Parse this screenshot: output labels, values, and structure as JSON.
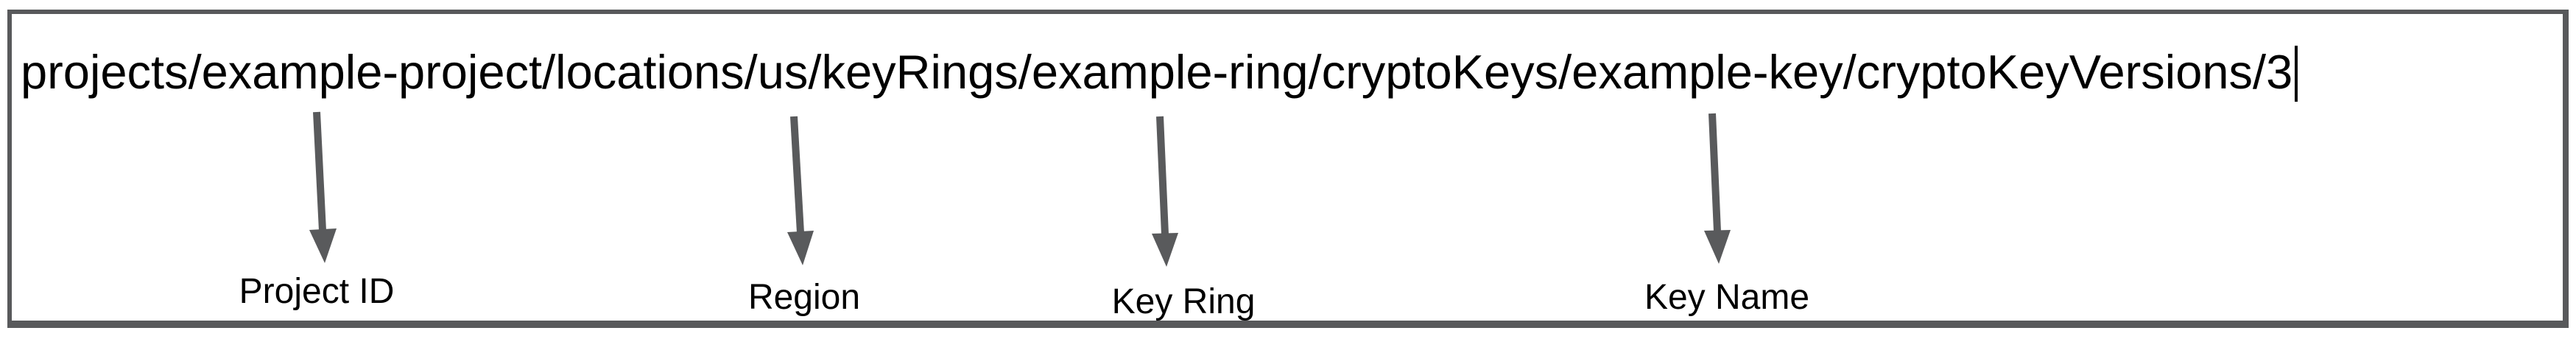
{
  "resource_path": {
    "full_text": "projects/example-project/locations/us/keyRings/example-ring/cryptoKeys/example-key/cryptoKeyVersions/3",
    "text_cursor_visible": true,
    "cursor_after_segment": "3"
  },
  "annotations": [
    {
      "label": "Project ID",
      "points_to_segment": "example-project"
    },
    {
      "label": "Region",
      "points_to_segment": "us"
    },
    {
      "label": "Key Ring",
      "points_to_segment": "example-ring"
    },
    {
      "label": "Key Name",
      "points_to_segment": "example-key"
    }
  ],
  "colors": {
    "border": "#58595b",
    "arrow": "#595a5c",
    "text": "#000000",
    "background": "#ffffff"
  }
}
